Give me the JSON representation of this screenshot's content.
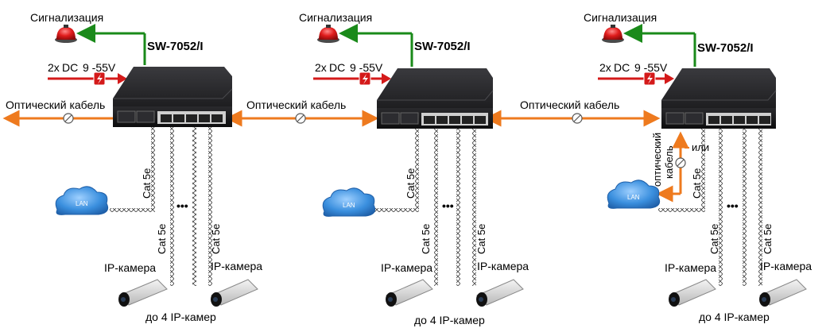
{
  "units": [
    {
      "alarm_label": "Сигнализация",
      "model": "SW-7052/I",
      "power_count": "2x",
      "power_type": "DC",
      "power_voltage": "9 -55V",
      "cable_label_1": "Cat 5e",
      "cable_label_2": "Cat 5e",
      "cable_label_3": "Cat 5e",
      "lan_label": "LAN",
      "camera_label_1": "IP-камера",
      "camera_label_2": "IP-камера",
      "cameras_note": "до 4 IP-камер"
    },
    {
      "alarm_label": "Сигнализация",
      "model": "SW-7052/I",
      "power_count": "2x",
      "power_type": "DC",
      "power_voltage": "9 -55V",
      "cable_label_1": "Cat 5e",
      "cable_label_2": "Cat 5e",
      "cable_label_3": "Cat 5e",
      "lan_label": "LAN",
      "camera_label_1": "IP-камера",
      "camera_label_2": "IP-камера",
      "cameras_note": "до 4 IP-камер"
    },
    {
      "alarm_label": "Сигнализация",
      "model": "SW-7052/I",
      "power_count": "2x",
      "power_type": "DC",
      "power_voltage": "9 -55V",
      "cable_label_1": "Cat 5e",
      "cable_label_2": "Cat 5e",
      "cable_label_3": "Cat 5e",
      "lan_label": "LAN",
      "camera_label_1": "IP-камера",
      "camera_label_2": "IP-камера",
      "cameras_note": "до 4 IP-камер"
    }
  ],
  "optical_links": [
    {
      "label": "Оптический кабель"
    },
    {
      "label": "Оптический кабель"
    },
    {
      "label": "Оптический кабель"
    }
  ],
  "alt_link": {
    "label_line1": "оптический",
    "label_line2": "кабель",
    "or_label": "или"
  },
  "ellipsis": "•••",
  "colors": {
    "alarm_arrow": "#1a8a1a",
    "power_arrow": "#d41a1a",
    "optical_arrow": "#ee7a1e",
    "switch_body": "#1d1d1f",
    "lan_cloud": "#2f86d6"
  },
  "icons": [
    "alarm-lamp-icon",
    "lightning-icon",
    "fiber-coupler-icon",
    "lan-cloud-icon",
    "ip-camera-icon",
    "network-switch-icon"
  ]
}
